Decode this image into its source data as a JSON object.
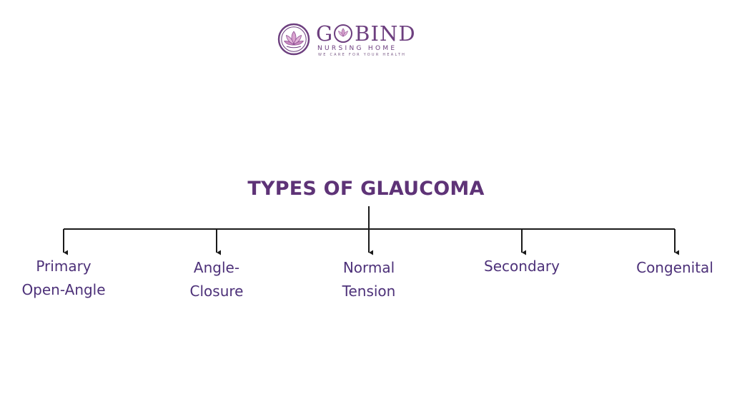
{
  "logo": {
    "wordmark_first": "G",
    "wordmark_rest": "BIND",
    "subtitle": "NURSING HOME",
    "tagline": "WE CARE FOR YOUR HEALTH"
  },
  "diagram": {
    "title": "TYPES OF GLAUCOMA",
    "children": [
      {
        "label": "Primary\nOpen-Angle"
      },
      {
        "label": "Angle-\nClosure"
      },
      {
        "label": "Normal\nTension"
      },
      {
        "label": "Secondary"
      },
      {
        "label": "Congenital"
      }
    ]
  },
  "colors": {
    "brand_purple": "#6d3f7f",
    "title_purple": "#5e3377",
    "label_purple": "#4d3179",
    "connector": "#1a1a1a"
  }
}
